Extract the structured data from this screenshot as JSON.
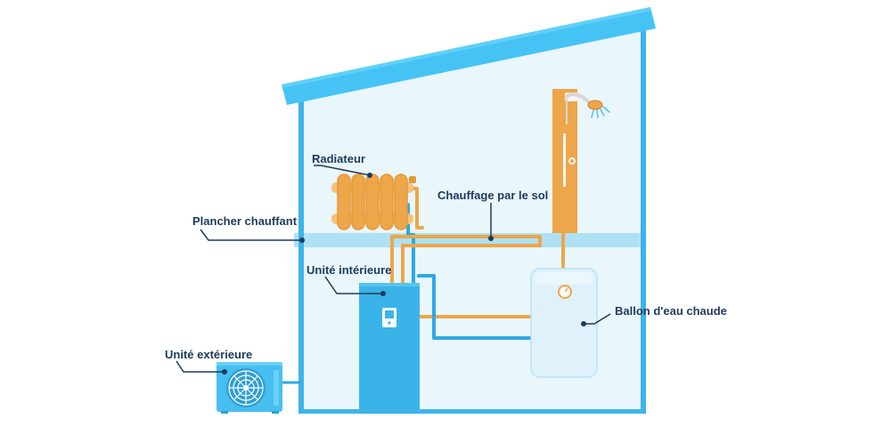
{
  "labels": {
    "radiateur": "Radiateur",
    "chauffage_sol": "Chauffage par le sol",
    "plancher": "Plancher chauffant",
    "unite_interieure": "Unité intérieure",
    "ballon": "Ballon d'eau chaude",
    "unite_exterieure": "Unité extérieure"
  },
  "colors": {
    "wall": "#3cb4ea",
    "roof": "#45c3f5",
    "house_fill": "#e9f6fb",
    "floor_band": "#aee1f4",
    "orange": "#eda64a",
    "blue_pipe": "#2ea9e2",
    "text": "#1d3a5c"
  },
  "icons": [
    "radiator-icon",
    "shower-icon",
    "water-heater-icon",
    "heat-pump-indoor-icon",
    "heat-pump-outdoor-icon",
    "fan-icon"
  ]
}
